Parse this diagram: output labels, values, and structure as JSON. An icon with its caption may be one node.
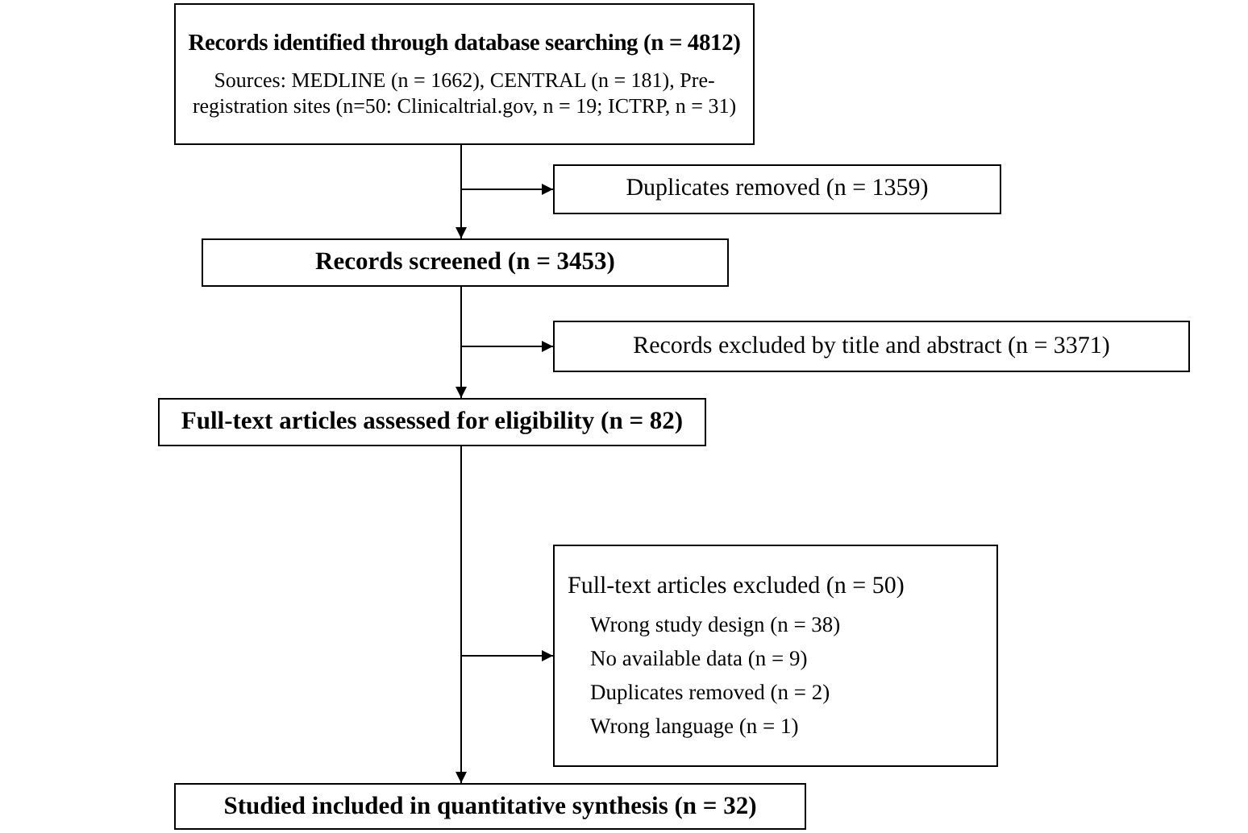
{
  "diagram": {
    "nodes": [
      {
        "text": [
          "Records identified through database searching (n = 4812)",
          "Sources: MEDLINE (n =  1662), CENTRAL (n = 181), Pre-registration sites (n=50: Clinicaltrial.gov, n = 19; ICTRP, n = 31)"
        ]
      },
      {
        "text": [
          "Duplicates removed (n = 1359)"
        ]
      },
      {
        "text": [
          "Records screened (n = 3453)"
        ]
      },
      {
        "text": [
          "Records excluded by title and abstract (n = 3371)"
        ]
      },
      {
        "text": [
          "Full-text articles assessed for eligibility (n = 82)"
        ]
      },
      {
        "text": [
          "Full-text articles excluded (n = 50)",
          "Wrong study design (n = 38)",
          "No available data (n = 9)",
          "Duplicates removed (n = 2)",
          "Wrong language (n = 1)"
        ]
      },
      {
        "text": [
          "Studied included in quantitative synthesis (n = 32)"
        ]
      }
    ],
    "edges": [
      {
        "from": 0,
        "to": 2,
        "arrow": "to"
      },
      {
        "from": 0,
        "to": 1,
        "arrow": "to"
      },
      {
        "from": 2,
        "to": 4,
        "arrow": "to"
      },
      {
        "from": 2,
        "to": 3,
        "arrow": "to"
      },
      {
        "from": 4,
        "to": 6,
        "arrow": "to"
      },
      {
        "from": 4,
        "to": 5,
        "arrow": "to"
      }
    ]
  }
}
